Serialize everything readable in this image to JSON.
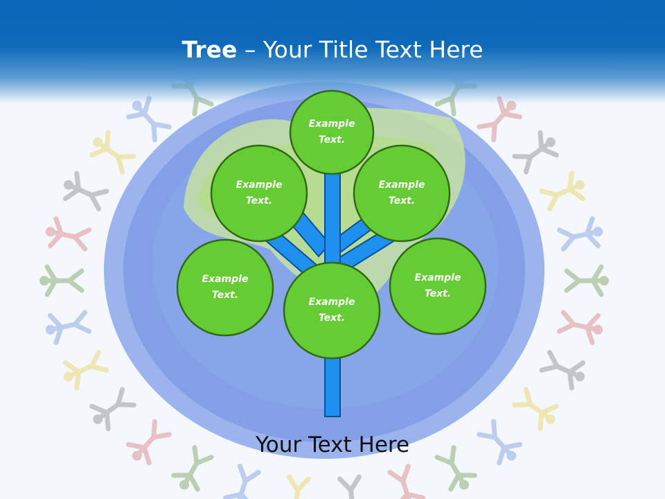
{
  "slide": {
    "title_bold": "Tree",
    "title_sep": " – ",
    "title_rest": "Your Title Text Here",
    "caption": "Your Text Here"
  },
  "nodes": [
    {
      "id": "top",
      "text": "Example\nText."
    },
    {
      "id": "upper-left",
      "text": "Example\nText."
    },
    {
      "id": "upper-right",
      "text": "Example\nText."
    },
    {
      "id": "lower-left",
      "text": "Example\nText."
    },
    {
      "id": "center",
      "text": "Example\nText."
    },
    {
      "id": "lower-right",
      "text": "Example\nText."
    }
  ],
  "colors": {
    "header_blue": "#0a66b8",
    "node_fill": "#66cc33",
    "node_stroke": "#2e6b14",
    "trunk_fill": "#1e90f0",
    "trunk_stroke": "#0a4f9a"
  },
  "illustration": "globe-with-paper-people-ring"
}
